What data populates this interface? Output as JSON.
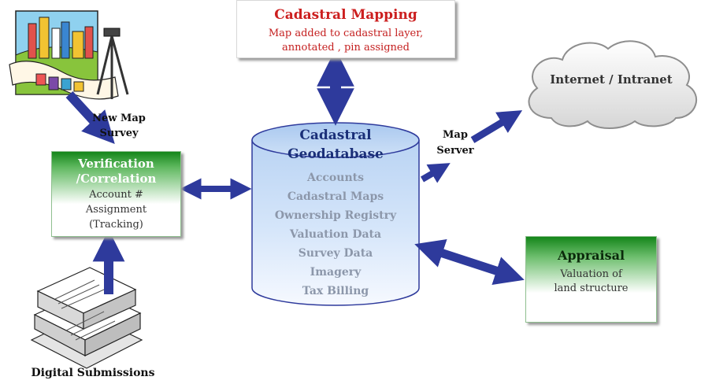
{
  "cadastral_mapping": {
    "title": "Cadastral Mapping",
    "line1": "Map added to cadastral layer,",
    "line2": "annotated , pin assigned"
  },
  "geodatabase": {
    "title_line1": "Cadastral",
    "title_line2": "Geodatabase",
    "items": [
      "Accounts",
      "Cadastral Maps",
      "Ownership Registry",
      "Valuation Data",
      "Survey Data",
      "Imagery",
      "Tax Billing"
    ]
  },
  "verification": {
    "line1": "Verification",
    "line2": "/Correlation",
    "line3": "Account #",
    "line4": "Assignment",
    "line5": "(Tracking)"
  },
  "appraisal": {
    "title": "Appraisal",
    "line1": "Valuation of",
    "line2": "land structure"
  },
  "cloud": {
    "label": "Internet / Intranet"
  },
  "map_server": {
    "line1": "Map",
    "line2": "Server"
  },
  "new_map_survey": {
    "line1": "New Map",
    "line2": "Survey"
  },
  "digital_submissions": {
    "label": "Digital Submissions"
  },
  "colors": {
    "arrow": "#2e3a9c",
    "red_title": "#cc1f1f",
    "db_title": "#1a2f78",
    "db_items": "#8c97aa",
    "green": "#14861a",
    "cylinder_top": "#cfe1f7",
    "cylinder_bottom": "#f4f8ff"
  }
}
